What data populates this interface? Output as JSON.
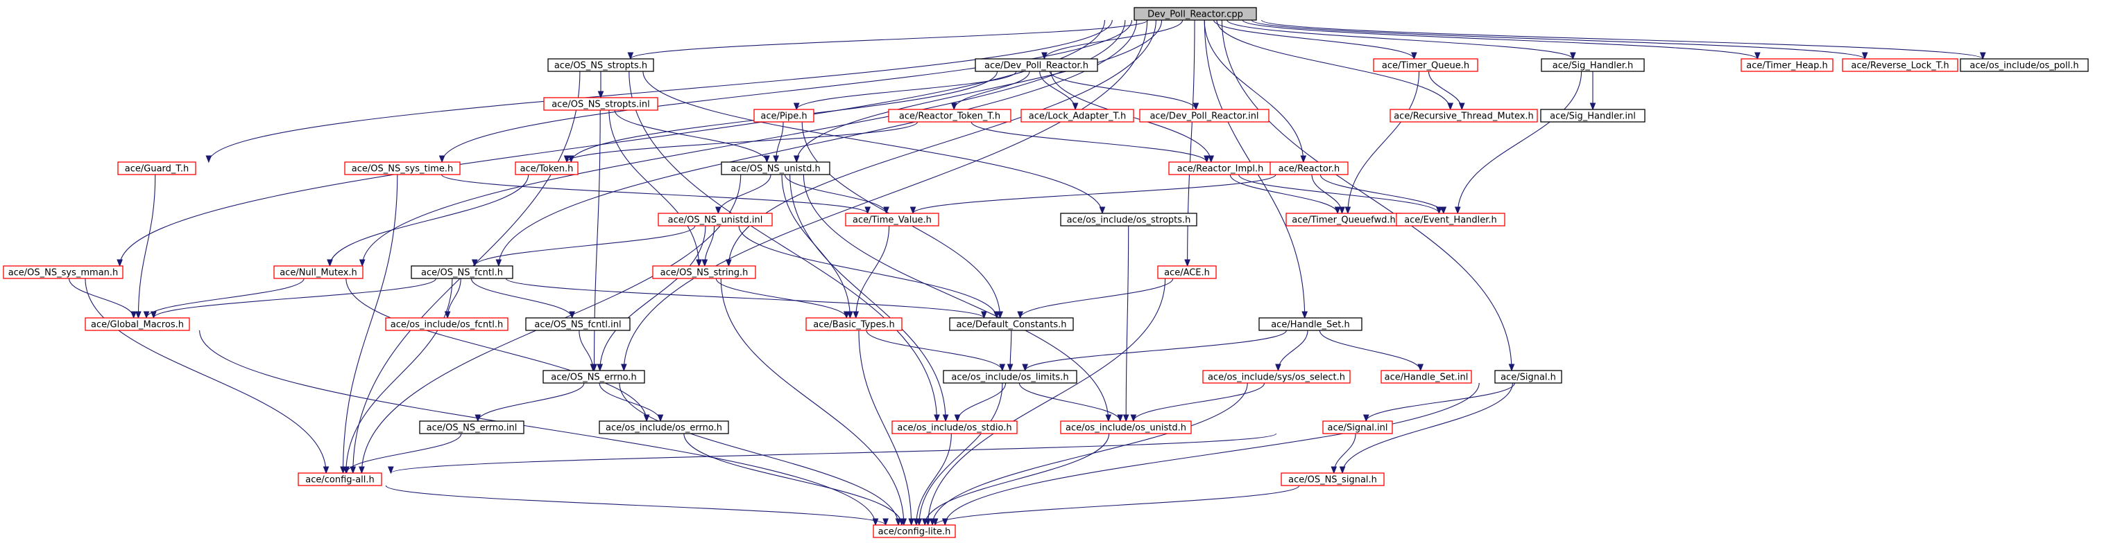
{
  "nodes": [
    {
      "id": "root",
      "label": "Dev_Poll_Reactor.cpp",
      "style": "root"
    },
    {
      "id": "stropts_h",
      "label": "ace/OS_NS_stropts.h",
      "style": "black"
    },
    {
      "id": "dpr_h",
      "label": "ace/Dev_Poll_Reactor.h",
      "style": "black"
    },
    {
      "id": "timerq_h",
      "label": "ace/Timer_Queue.h",
      "style": "red"
    },
    {
      "id": "sighandler_h",
      "label": "ace/Sig_Handler.h",
      "style": "black"
    },
    {
      "id": "timerheap_h",
      "label": "ace/Timer_Heap.h",
      "style": "red"
    },
    {
      "id": "revlock_h",
      "label": "ace/Reverse_Lock_T.h",
      "style": "red"
    },
    {
      "id": "poll_h",
      "label": "ace/os_include/os_poll.h",
      "style": "black"
    },
    {
      "id": "stropts_inl",
      "label": "ace/OS_NS_stropts.inl",
      "style": "red"
    },
    {
      "id": "pipe_h",
      "label": "ace/Pipe.h",
      "style": "red"
    },
    {
      "id": "reactortoken_h",
      "label": "ace/Reactor_Token_T.h",
      "style": "red"
    },
    {
      "id": "lockadapter_h",
      "label": "ace/Lock_Adapter_T.h",
      "style": "red"
    },
    {
      "id": "dpr_inl",
      "label": "ace/Dev_Poll_Reactor.inl",
      "style": "red"
    },
    {
      "id": "recmutex_h",
      "label": "ace/Recursive_Thread_Mutex.h",
      "style": "red"
    },
    {
      "id": "sighandler_inl",
      "label": "ace/Sig_Handler.inl",
      "style": "black"
    },
    {
      "id": "guard_h",
      "label": "ace/Guard_T.h",
      "style": "red"
    },
    {
      "id": "systime_h",
      "label": "ace/OS_NS_sys_time.h",
      "style": "red"
    },
    {
      "id": "token_h",
      "label": "ace/Token.h",
      "style": "red"
    },
    {
      "id": "unistd_h",
      "label": "ace/OS_NS_unistd.h",
      "style": "black"
    },
    {
      "id": "reactorimpl_h",
      "label": "ace/Reactor_Impl.h",
      "style": "red"
    },
    {
      "id": "reactor_h",
      "label": "ace/Reactor.h",
      "style": "red"
    },
    {
      "id": "osi_stropts_h",
      "label": "ace/os_include/os_stropts.h",
      "style": "black"
    },
    {
      "id": "unistd_inl",
      "label": "ace/OS_NS_unistd.inl",
      "style": "red"
    },
    {
      "id": "timevalue_h",
      "label": "ace/Time_Value.h",
      "style": "red"
    },
    {
      "id": "tqfwd_h",
      "label": "ace/Timer_Queuefwd.h",
      "style": "red"
    },
    {
      "id": "evhandler_h",
      "label": "ace/Event_Handler.h",
      "style": "red"
    },
    {
      "id": "sysmman_h",
      "label": "ace/OS_NS_sys_mman.h",
      "style": "red"
    },
    {
      "id": "nullmutex_h",
      "label": "ace/Null_Mutex.h",
      "style": "red"
    },
    {
      "id": "fcntl_h",
      "label": "ace/OS_NS_fcntl.h",
      "style": "black"
    },
    {
      "id": "string_h",
      "label": "ace/OS_NS_string.h",
      "style": "red"
    },
    {
      "id": "ace_h",
      "label": "ace/ACE.h",
      "style": "red"
    },
    {
      "id": "globalmacros_h",
      "label": "ace/Global_Macros.h",
      "style": "red"
    },
    {
      "id": "osi_fcntl_h",
      "label": "ace/os_include/os_fcntl.h",
      "style": "red"
    },
    {
      "id": "fcntl_inl",
      "label": "ace/OS_NS_fcntl.inl",
      "style": "black"
    },
    {
      "id": "basictypes_h",
      "label": "ace/Basic_Types.h",
      "style": "red"
    },
    {
      "id": "defconst_h",
      "label": "ace/Default_Constants.h",
      "style": "black"
    },
    {
      "id": "handleset_h",
      "label": "ace/Handle_Set.h",
      "style": "black"
    },
    {
      "id": "errno_h",
      "label": "ace/OS_NS_errno.h",
      "style": "black"
    },
    {
      "id": "limits_h",
      "label": "ace/os_include/os_limits.h",
      "style": "black"
    },
    {
      "id": "osselect_h",
      "label": "ace/os_include/sys/os_select.h",
      "style": "red"
    },
    {
      "id": "handleset_inl",
      "label": "ace/Handle_Set.inl",
      "style": "red"
    },
    {
      "id": "signal_h",
      "label": "ace/Signal.h",
      "style": "black"
    },
    {
      "id": "errno_inl",
      "label": "ace/OS_NS_errno.inl",
      "style": "black"
    },
    {
      "id": "osi_errno_h",
      "label": "ace/os_include/os_errno.h",
      "style": "black"
    },
    {
      "id": "osi_stdio_h",
      "label": "ace/os_include/os_stdio.h",
      "style": "red"
    },
    {
      "id": "osi_unistd_h",
      "label": "ace/os_include/os_unistd.h",
      "style": "red"
    },
    {
      "id": "signal_inl",
      "label": "ace/Signal.inl",
      "style": "red"
    },
    {
      "id": "configall_h",
      "label": "ace/config-all.h",
      "style": "red"
    },
    {
      "id": "signal_ns_h",
      "label": "ace/OS_NS_signal.h",
      "style": "red"
    },
    {
      "id": "configlite_h",
      "label": "ace/config-lite.h",
      "style": "red"
    }
  ],
  "edges": [
    [
      "root",
      "stropts_h"
    ],
    [
      "root",
      "dpr_h"
    ],
    [
      "root",
      "timerq_h"
    ],
    [
      "root",
      "sighandler_h"
    ],
    [
      "root",
      "timerheap_h"
    ],
    [
      "root",
      "revlock_h"
    ],
    [
      "root",
      "poll_h"
    ],
    [
      "root",
      "guard_h"
    ],
    [
      "root",
      "systime_h"
    ],
    [
      "root",
      "unistd_h"
    ],
    [
      "root",
      "reactor_h"
    ],
    [
      "root",
      "sysmman_h"
    ],
    [
      "root",
      "nullmutex_h"
    ],
    [
      "root",
      "fcntl_h"
    ],
    [
      "root",
      "string_h"
    ],
    [
      "root",
      "ace_h"
    ],
    [
      "root",
      "handleset_h"
    ],
    [
      "root",
      "signal_h"
    ],
    [
      "root",
      "errno_h"
    ],
    [
      "root",
      "recmutex_h"
    ],
    [
      "stropts_h",
      "stropts_inl"
    ],
    [
      "stropts_h",
      "osi_stropts_h"
    ],
    [
      "stropts_h",
      "configall_h"
    ],
    [
      "stropts_h",
      "osi_stdio_h"
    ],
    [
      "dpr_h",
      "pipe_h"
    ],
    [
      "dpr_h",
      "reactortoken_h"
    ],
    [
      "dpr_h",
      "lockadapter_h"
    ],
    [
      "dpr_h",
      "dpr_inl"
    ],
    [
      "dpr_h",
      "token_h"
    ],
    [
      "dpr_h",
      "reactorimpl_h"
    ],
    [
      "timerq_h",
      "recmutex_h"
    ],
    [
      "timerq_h",
      "tqfwd_h"
    ],
    [
      "sighandler_h",
      "sighandler_inl"
    ],
    [
      "sighandler_h",
      "evhandler_h"
    ],
    [
      "stropts_inl",
      "unistd_h"
    ],
    [
      "stropts_inl",
      "string_h"
    ],
    [
      "stropts_inl",
      "errno_h"
    ],
    [
      "pipe_h",
      "unistd_h"
    ],
    [
      "pipe_h",
      "defconst_h"
    ],
    [
      "reactortoken_h",
      "reactorimpl_h"
    ],
    [
      "reactortoken_h",
      "token_h"
    ],
    [
      "guard_h",
      "globalmacros_h"
    ],
    [
      "systime_h",
      "timevalue_h"
    ],
    [
      "systime_h",
      "configall_h"
    ],
    [
      "token_h",
      "nullmutex_h"
    ],
    [
      "unistd_h",
      "unistd_inl"
    ],
    [
      "unistd_h",
      "timevalue_h"
    ],
    [
      "unistd_h",
      "basictypes_h"
    ],
    [
      "unistd_h",
      "osi_unistd_h"
    ],
    [
      "unistd_h",
      "osi_stdio_h"
    ],
    [
      "unistd_h",
      "configall_h"
    ],
    [
      "reactorimpl_h",
      "tqfwd_h"
    ],
    [
      "reactorimpl_h",
      "evhandler_h"
    ],
    [
      "reactor_h",
      "timevalue_h"
    ],
    [
      "reactor_h",
      "tqfwd_h"
    ],
    [
      "reactor_h",
      "evhandler_h"
    ],
    [
      "osi_stropts_h",
      "osi_unistd_h"
    ],
    [
      "unistd_inl",
      "fcntl_h"
    ],
    [
      "unistd_inl",
      "string_h"
    ],
    [
      "unistd_inl",
      "errno_h"
    ],
    [
      "unistd_inl",
      "defconst_h"
    ],
    [
      "timevalue_h",
      "basictypes_h"
    ],
    [
      "sysmman_h",
      "globalmacros_h"
    ],
    [
      "sysmman_h",
      "configall_h"
    ],
    [
      "nullmutex_h",
      "globalmacros_h"
    ],
    [
      "nullmutex_h",
      "osi_errno_h"
    ],
    [
      "fcntl_h",
      "osi_fcntl_h"
    ],
    [
      "fcntl_h",
      "fcntl_inl"
    ],
    [
      "fcntl_h",
      "globalmacros_h"
    ],
    [
      "fcntl_h",
      "defconst_h"
    ],
    [
      "fcntl_h",
      "configall_h"
    ],
    [
      "string_h",
      "basictypes_h"
    ],
    [
      "string_h",
      "configlite_h"
    ],
    [
      "ace_h",
      "defconst_h"
    ],
    [
      "ace_h",
      "configlite_h"
    ],
    [
      "globalmacros_h",
      "configlite_h"
    ],
    [
      "fcntl_inl",
      "errno_h"
    ],
    [
      "basictypes_h",
      "limits_h"
    ],
    [
      "basictypes_h",
      "configlite_h"
    ],
    [
      "defconst_h",
      "limits_h"
    ],
    [
      "handleset_h",
      "limits_h"
    ],
    [
      "handleset_h",
      "osselect_h"
    ],
    [
      "handleset_h",
      "handleset_inl"
    ],
    [
      "errno_h",
      "errno_inl"
    ],
    [
      "errno_h",
      "osi_errno_h"
    ],
    [
      "errno_h",
      "configlite_h"
    ],
    [
      "limits_h",
      "osi_stdio_h"
    ],
    [
      "limits_h",
      "osi_unistd_h"
    ],
    [
      "limits_h",
      "configlite_h"
    ],
    [
      "osselect_h",
      "osi_unistd_h"
    ],
    [
      "osselect_h",
      "configlite_h"
    ],
    [
      "signal_h",
      "signal_inl"
    ],
    [
      "signal_h",
      "signal_ns_h"
    ],
    [
      "signal_h",
      "configlite_h"
    ],
    [
      "errno_inl",
      "configall_h"
    ],
    [
      "osi_errno_h",
      "configlite_h"
    ],
    [
      "osi_stdio_h",
      "configlite_h"
    ],
    [
      "osi_unistd_h",
      "configlite_h"
    ],
    [
      "signal_inl",
      "signal_ns_h"
    ],
    [
      "signal_inl",
      "configall_h"
    ],
    [
      "configall_h",
      "configlite_h"
    ],
    [
      "signal_ns_h",
      "configlite_h"
    ]
  ]
}
